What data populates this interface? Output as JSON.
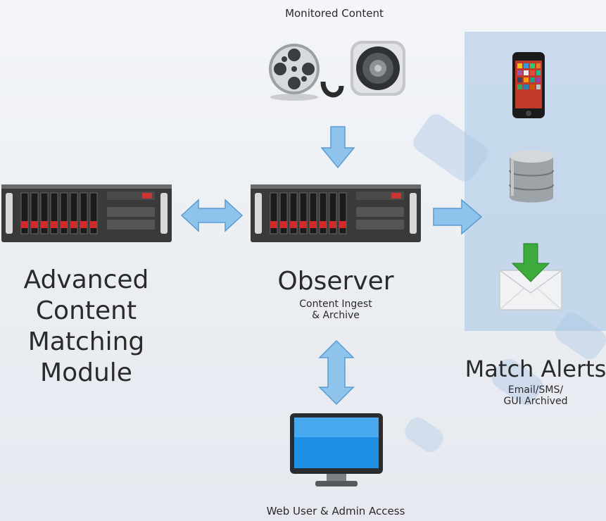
{
  "monitored_title": "Monitored Content",
  "advanced": {
    "lines": [
      "Advanced",
      "Content",
      "Matching",
      "Module"
    ]
  },
  "observer": {
    "title": "Observer",
    "caption_lines": [
      "Content Ingest",
      "& Archive"
    ]
  },
  "match_alerts": {
    "title": "Match Alerts",
    "caption_lines": [
      "Email/SMS/",
      "GUI Archived"
    ]
  },
  "web_access": "Web User & Admin Access",
  "colors": {
    "arrow": "#8ec3ec",
    "panel": "#a6c4e4",
    "server": "#3a3a3a"
  }
}
